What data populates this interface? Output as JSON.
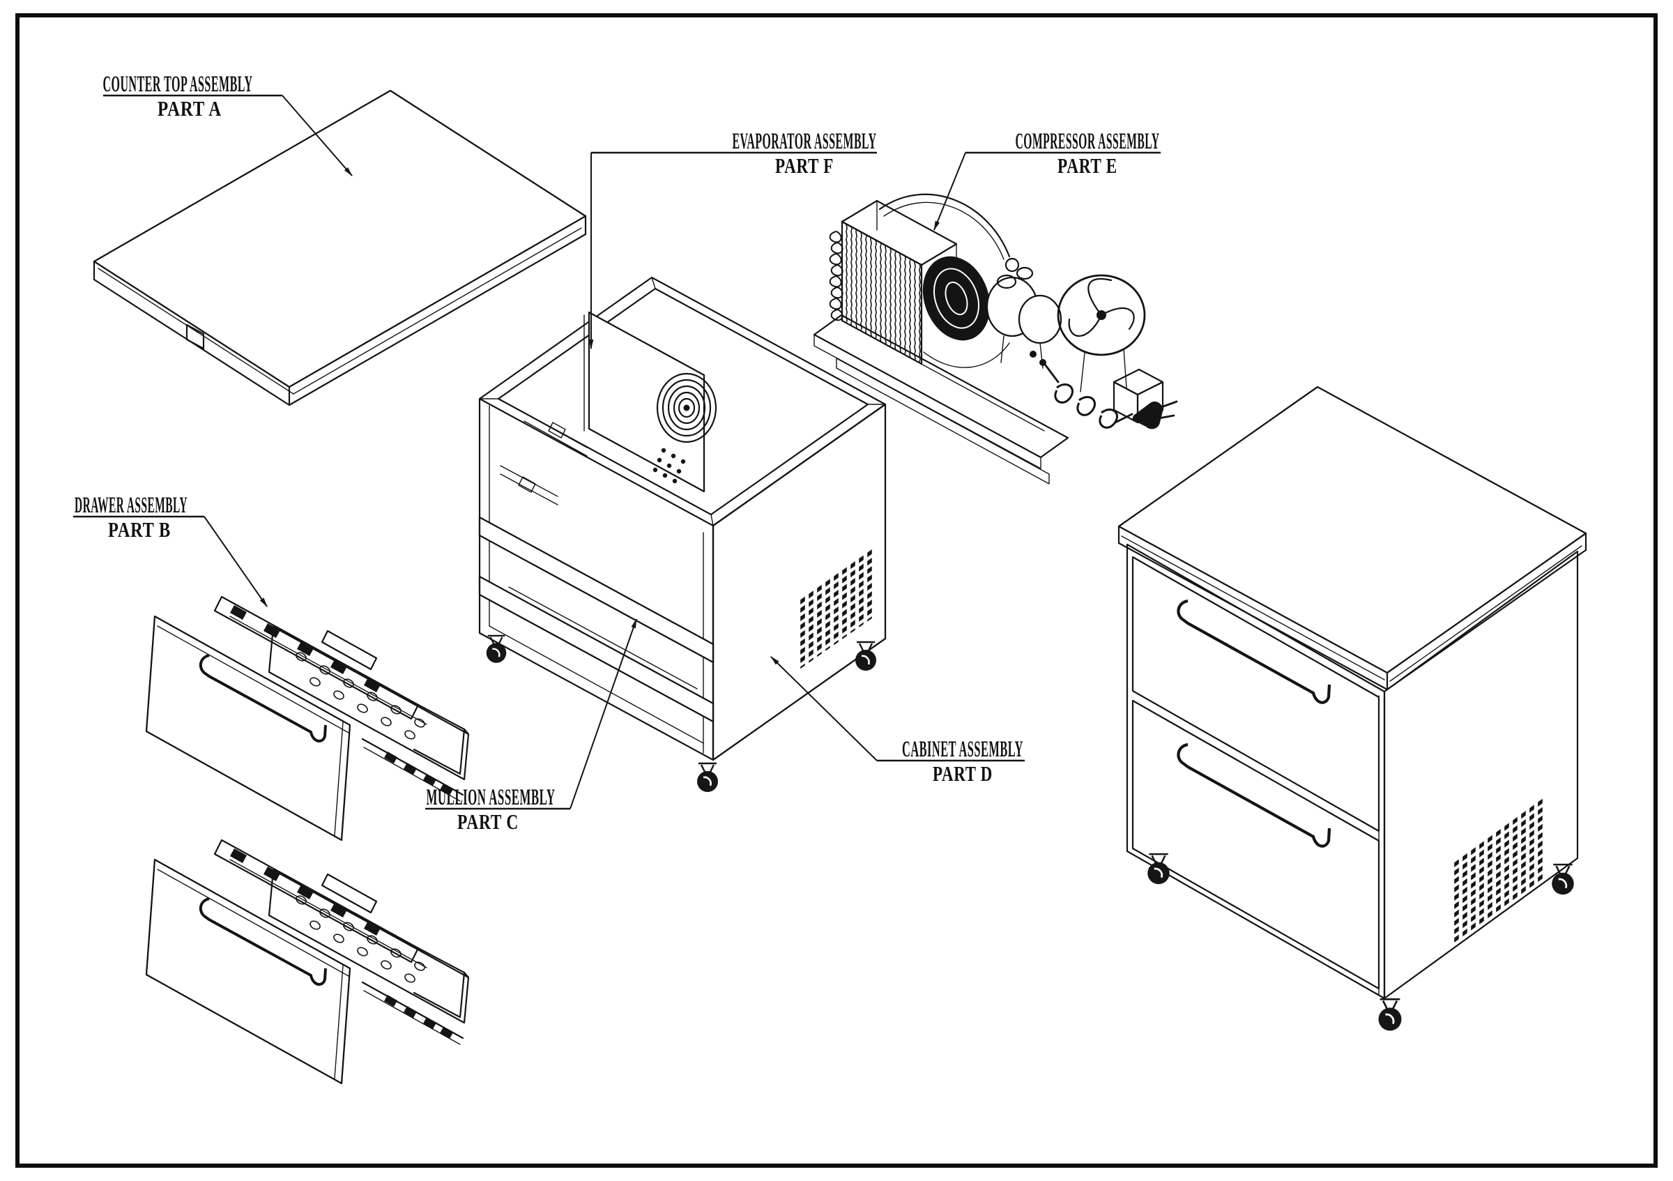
{
  "colors": {
    "ink": "#141414",
    "paper": "#ffffff"
  },
  "labels": [
    {
      "id": "counter-top",
      "line1": "COUNTER TOP ASSEMBLY",
      "line2": "PART A"
    },
    {
      "id": "drawer",
      "line1": "DRAWER ASSEMBLY",
      "line2": "PART B"
    },
    {
      "id": "mullion",
      "line1": "MULLION  ASSEMBLY",
      "line2": "PART C"
    },
    {
      "id": "cabinet",
      "line1": "CABINET ASSEMBLY",
      "line2": "PART D"
    },
    {
      "id": "compressor",
      "line1": "COMPRESSOR ASSEMBLY",
      "line2": "PART E"
    },
    {
      "id": "evaporator",
      "line1": "EVAPORATOR ASSEMBLY",
      "line2": "PART F"
    }
  ]
}
